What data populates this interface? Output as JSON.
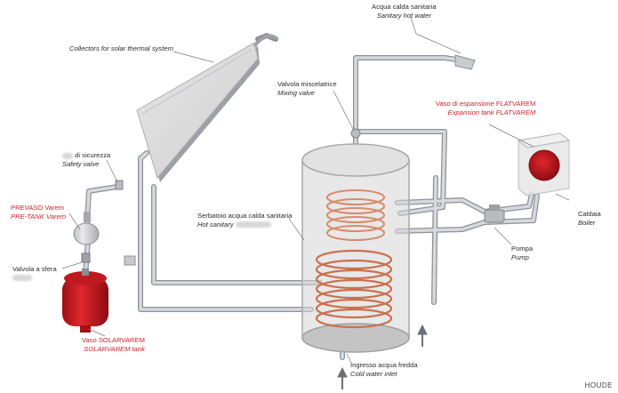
{
  "labels": {
    "collectors": "Collectors for solar thermal system",
    "safety_valve_it": "di sicurezza",
    "safety_valve_en": "Safety valve",
    "prevaso_it": "PREVASO Varem",
    "prevaso_en": "PRE-TANK Varem",
    "ball_valve_it": "Valvola a sfera",
    "solarvarem_it": "Vaso SOLARVAREM",
    "solarvarem_en": "SOLARVAREM tank",
    "mixing_valve_it": "Valvola miscelatrice",
    "mixing_valve_en": "Mixing valve",
    "hot_water_it": "Acqua calda sanitaria",
    "hot_water_en": "Sanitary hot water",
    "storage_tank_it": "Serbatoio acqua calda sanitaria",
    "storage_tank_en": "Hot sanitary",
    "expansion_it": "Vaso di espansione FLATVAREM",
    "expansion_en": "Expansion tank FLATVAREM",
    "boiler_it": "Caldaia",
    "boiler_en": "Boiler",
    "pump_it": "Pompa",
    "pump_en": "Pump",
    "cold_inlet_it": "Ingresso acqua fredda",
    "cold_inlet_en": "Cold water inlet"
  },
  "watermark": "HOUDE",
  "colors": {
    "pipe": "#c9ccd1",
    "pipe_edge": "#8d9197",
    "red_tank": "#d61f26",
    "label_red": "#d2222a",
    "coil": "#d98a6a"
  }
}
